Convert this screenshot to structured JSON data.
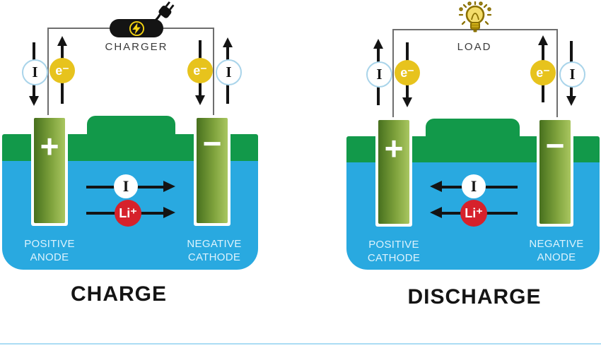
{
  "colors": {
    "battery_fluid_blue": "#29a9e0",
    "battery_case_green": "#12994a",
    "electrode_gradient": [
      "#47701e",
      "#a9c660"
    ],
    "electron_yellow": "#e7c31d",
    "lithium_ion_red": "#d6212b",
    "current_ring_blue": "#a9d4ea",
    "bulb_gold": "#8a7000",
    "bolt_yellow": "#f3d312"
  },
  "charge": {
    "title": "CHARGE",
    "device_label": "CHARGER",
    "circuit": {
      "left_current": {
        "symbol": "I",
        "direction": "down"
      },
      "left_electron": {
        "symbol": "e⁻",
        "direction": "up"
      },
      "right_electron": {
        "symbol": "e⁻",
        "direction": "down"
      },
      "right_current": {
        "symbol": "I",
        "direction": "up"
      }
    },
    "left_electrode": {
      "sign": "+",
      "label": [
        "POSITIVE",
        "ANODE"
      ]
    },
    "right_electrode": {
      "sign": "−",
      "label": [
        "NEGATIVE",
        "CATHODE"
      ]
    },
    "internal": {
      "flow_direction": "right",
      "current_symbol": "I",
      "ion_symbol": "Li⁺"
    }
  },
  "discharge": {
    "title": "DISCHARGE",
    "device_label": "LOAD",
    "circuit": {
      "left_current": {
        "symbol": "I",
        "direction": "up"
      },
      "left_electron": {
        "symbol": "e⁻",
        "direction": "down"
      },
      "right_electron": {
        "symbol": "e⁻",
        "direction": "up"
      },
      "right_current": {
        "symbol": "I",
        "direction": "down"
      }
    },
    "left_electrode": {
      "sign": "+",
      "label": [
        "POSITIVE",
        "CATHODE"
      ]
    },
    "right_electrode": {
      "sign": "−",
      "label": [
        "NEGATIVE",
        "ANODE"
      ]
    },
    "internal": {
      "flow_direction": "left",
      "current_symbol": "I",
      "ion_symbol": "Li⁺"
    }
  }
}
